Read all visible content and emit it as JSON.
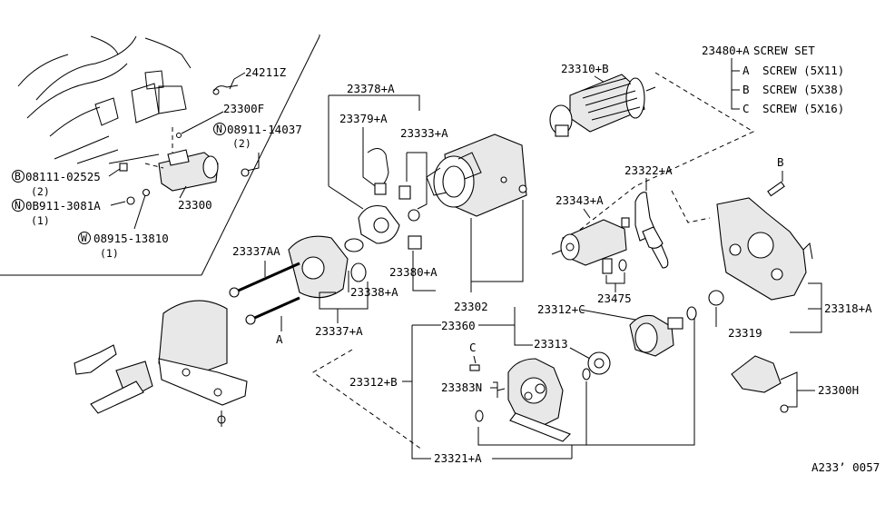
{
  "screw_set": {
    "code": "23480+A",
    "title": "SCREW SET",
    "items": [
      {
        "key": "A",
        "desc": "SCREW (5X11)"
      },
      {
        "key": "B",
        "desc": "SCREW (5X38)"
      },
      {
        "key": "C",
        "desc": "SCREW (5X16)"
      }
    ]
  },
  "inset": {
    "p24211z": "24211Z",
    "p23300f": "23300F",
    "p23300": "23300",
    "n_08911_14037": "08911-14037",
    "n_08911_14037_qty": "(2)",
    "b_08111_02525": "08111-02525",
    "b_08111_02525_qty": "(2)",
    "n_0b911_3081a": "0B911-3081A",
    "n_0b911_3081a_qty": "(1)",
    "w_08915_13810": "08915-13810",
    "w_08915_13810_qty": "(1)",
    "badge_n": "N",
    "badge_b": "B",
    "badge_w": "W"
  },
  "labels": {
    "p23378a": "23378+A",
    "p23379a": "23379+A",
    "p23333a": "23333+A",
    "p23337aa": "23337AA",
    "p23380a": "23380+A",
    "p23338a": "23338+A",
    "p23337a": "23337+A",
    "p23302": "23302",
    "p23310b": "23310+B",
    "p23322a": "23322+A",
    "p23343a": "23343+A",
    "p23475": "23475",
    "p23312c": "23312+C",
    "p23360": "23360",
    "p23313": "23313",
    "p23383n": "23383N",
    "p23312b": "23312+B",
    "p23321a": "23321+A",
    "p23319": "23319",
    "p23318a": "23318+A",
    "p23300h": "23300H",
    "ref_a": "A",
    "ref_b": "B",
    "ref_c": "C",
    "figure_code": "A233’ 0057"
  }
}
